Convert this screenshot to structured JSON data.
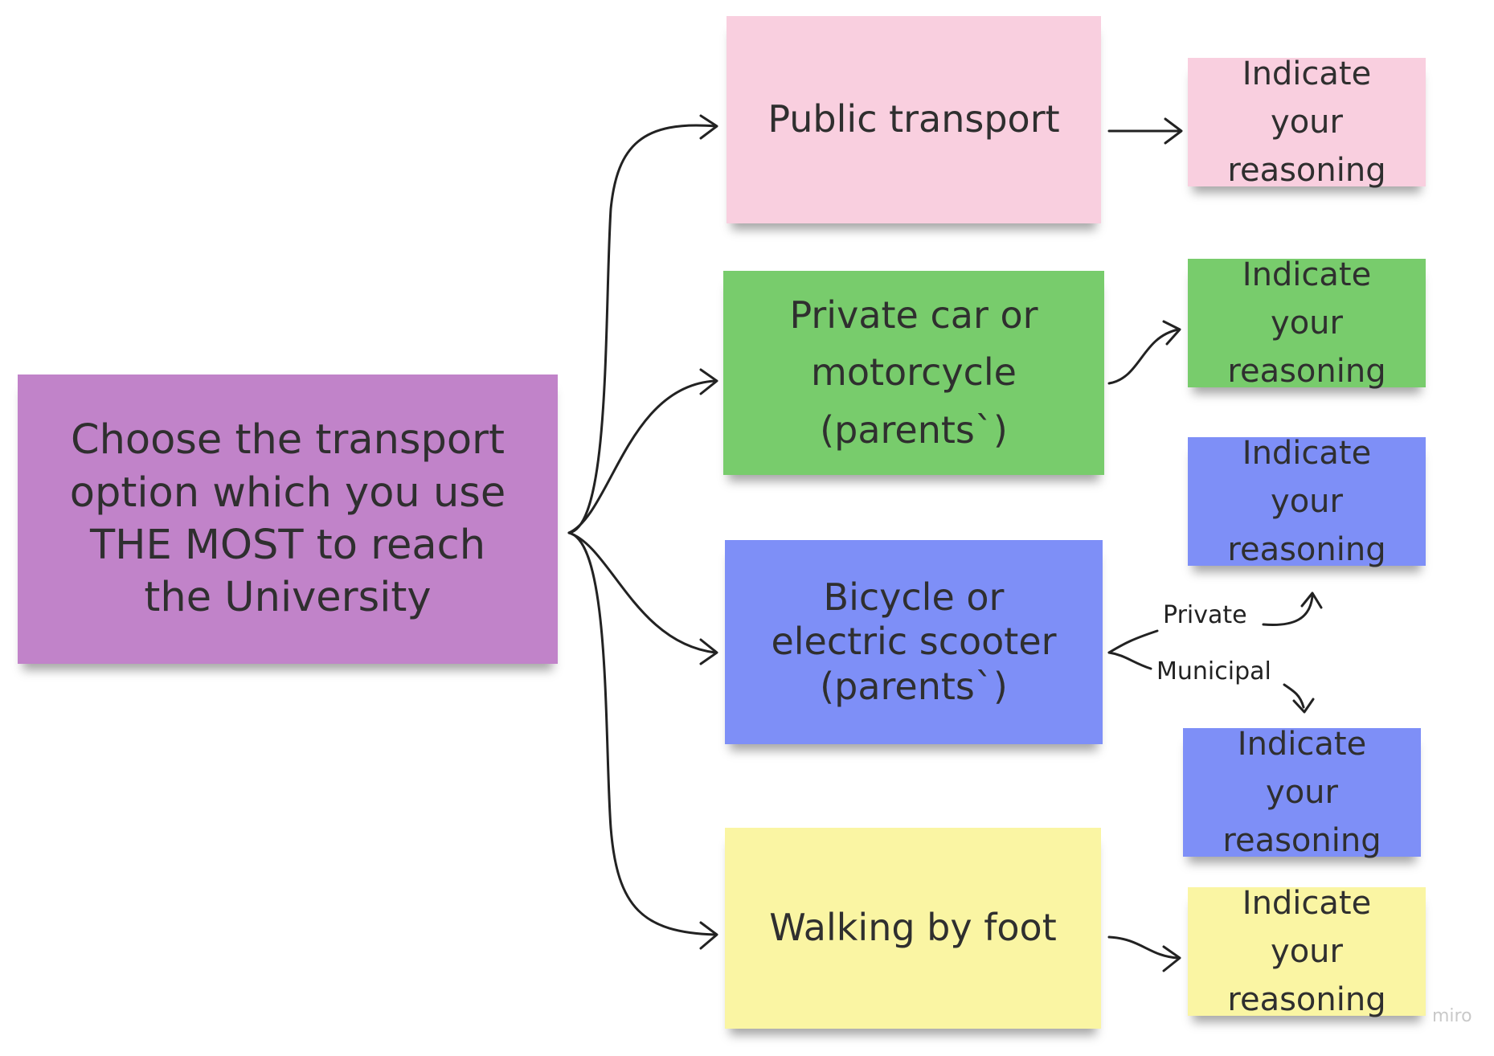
{
  "main": {
    "question": "Choose the transport\noption which you use\nTHE MOST to reach\nthe University",
    "color": "#c183c9"
  },
  "options": [
    {
      "label": "Public transport",
      "color": "#f9cfdf"
    },
    {
      "label": "Private car or\nmotorcycle\n(parents`)",
      "color": "#78cc6c"
    },
    {
      "label": "Bicycle or\nelectric scooter\n(parents`)",
      "color": "#7e8ff7"
    },
    {
      "label": "Walking by foot",
      "color": "#faf5a3"
    }
  ],
  "reasoning_notes": [
    {
      "label": "Indicate your\nreasoning",
      "color": "#f9cfdf"
    },
    {
      "label": "Indicate your\nreasoning",
      "color": "#78cc6c"
    },
    {
      "label": "Indicate your\nreasoning",
      "color": "#7e8ff7"
    },
    {
      "label": "Indicate your\nreasoning",
      "color": "#7e8ff7"
    },
    {
      "label": "Indicate your\nreasoning",
      "color": "#faf5a3"
    }
  ],
  "edge_labels": {
    "private": "Private",
    "municipal": "Municipal"
  },
  "watermark": "miro"
}
